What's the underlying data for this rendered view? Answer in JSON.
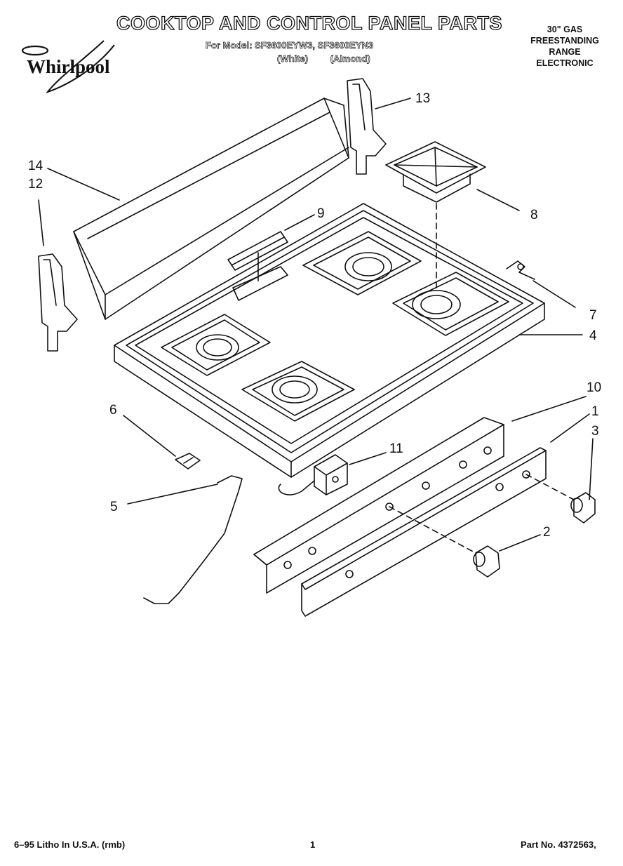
{
  "header": {
    "title": "COOKTOP AND CONTROL PANEL PARTS",
    "model_line": "For Model: SF3600EYW3, SF3600EYN3",
    "colors": "(White) (Almond)",
    "spec_lines": [
      "30\" GAS",
      "FREESTANDING",
      "RANGE",
      "ELECTRONIC"
    ],
    "brand": "Whirlpool"
  },
  "callouts": [
    "13",
    "14",
    "12",
    "9",
    "8",
    "7",
    "4",
    "10",
    "1",
    "3",
    "6",
    "11",
    "5",
    "2"
  ],
  "footer": {
    "left": "6–95 Litho In U.S.A. (rmb)",
    "center": "1",
    "right": "Part No. 4372563,"
  }
}
